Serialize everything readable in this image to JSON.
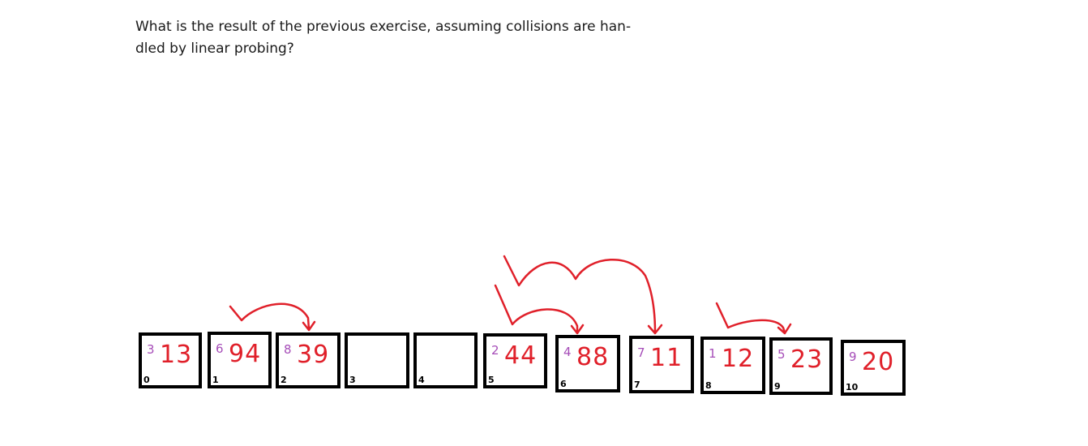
{
  "question": {
    "line1": "What is the result of the previous exercise, assuming collisions are han-",
    "line2": "dled by linear probing?"
  },
  "table": [
    {
      "index": "0",
      "key": "13",
      "hash": "3"
    },
    {
      "index": "1",
      "key": "94",
      "hash": "6"
    },
    {
      "index": "2",
      "key": "39",
      "hash": "8"
    },
    {
      "index": "3",
      "key": "",
      "hash": ""
    },
    {
      "index": "4",
      "key": "",
      "hash": ""
    },
    {
      "index": "5",
      "key": "44",
      "hash": "2"
    },
    {
      "index": "6",
      "key": "88",
      "hash": "4"
    },
    {
      "index": "7",
      "key": "11",
      "hash": "7"
    },
    {
      "index": "8",
      "key": "12",
      "hash": "1"
    },
    {
      "index": "9",
      "key": "23",
      "hash": "5"
    },
    {
      "index": "10",
      "key": "20",
      "hash": "9"
    }
  ],
  "colors": {
    "key": "#e0202a",
    "hash": "#a64db8",
    "arrow": "#e0202a"
  }
}
